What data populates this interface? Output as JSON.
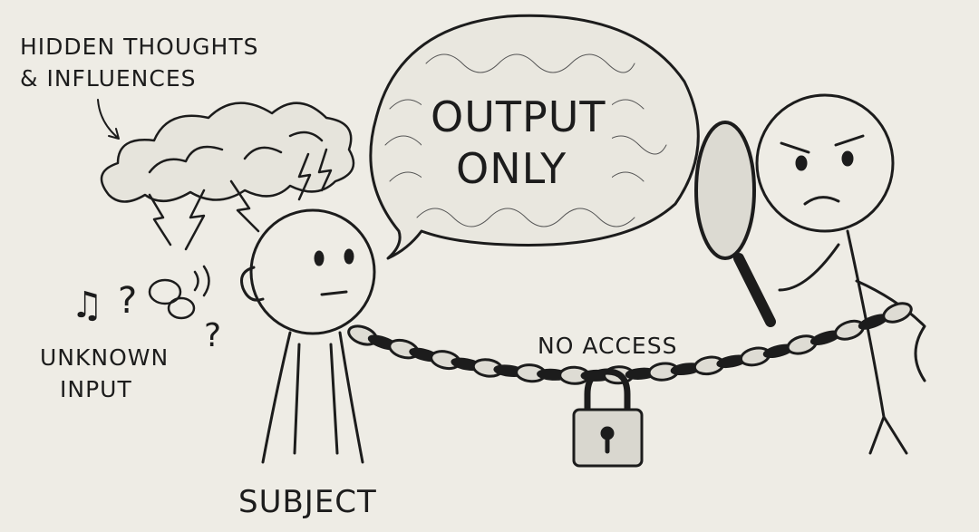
{
  "labels": {
    "hidden_thoughts_line1": "HIDDEN THOUGHTS",
    "hidden_thoughts_line2": "& INFLUENCES",
    "speech_line1": "OUTPUT",
    "speech_line2": "ONLY",
    "unknown_input_line1": "UNKNOWN",
    "unknown_input_line2": "INPUT",
    "no_access": "NO ACCESS",
    "subject": "SUBJECT"
  },
  "colors": {
    "background": "#eeece5",
    "ink": "#1c1c1c"
  }
}
